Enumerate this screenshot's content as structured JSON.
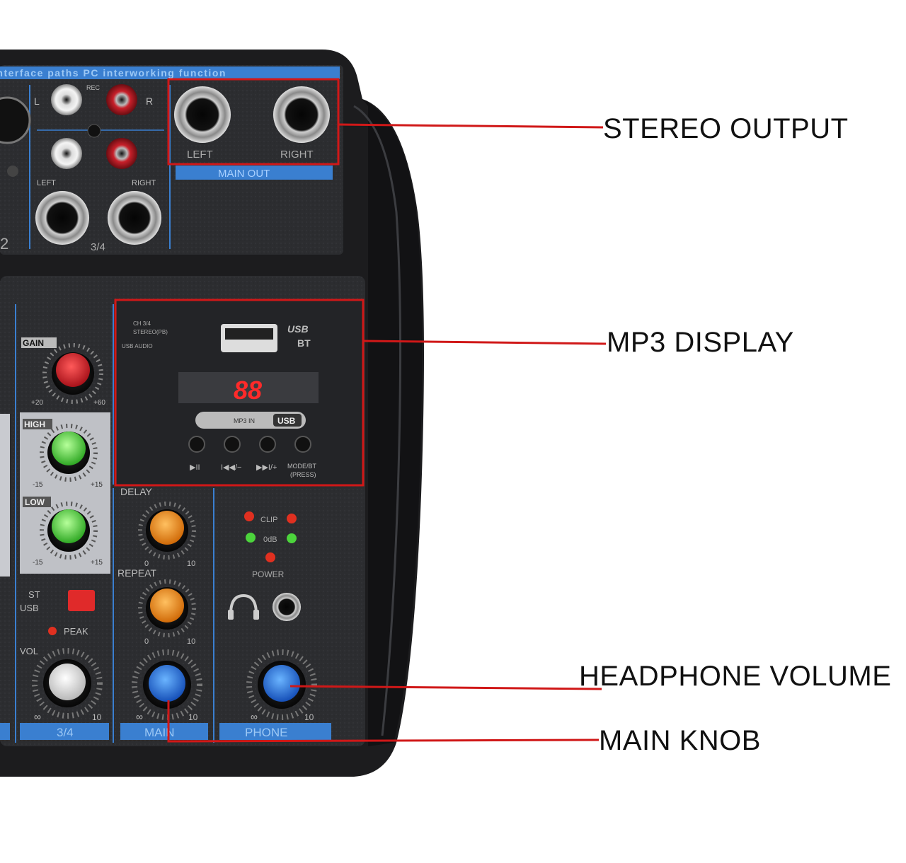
{
  "callouts": {
    "stereo_output": "STEREO OUTPUT",
    "mp3_display": "MP3 DISPLAY",
    "headphone_volume": "HEADPHONE VOLUME",
    "main_knob": "MAIN KNOB"
  },
  "top_panel": {
    "banner": "interface paths PC interworking function",
    "rec": "REC",
    "l": "L",
    "r": "R",
    "left": "LEFT",
    "right": "RIGHT",
    "ch34": "3/4",
    "ch2": "2",
    "main_left": "LEFT",
    "main_right": "RIGHT",
    "main_out": "MAIN OUT"
  },
  "mp3": {
    "usb": "USB",
    "bt": "BT",
    "route1": "CH 3/4",
    "route2": "STEREO(PB)",
    "route3": "USB AUDIO",
    "display": "88",
    "mp3_usb_label": "MP3 IN",
    "usb_badge": "USB",
    "btn1": "▶II",
    "btn2": "I◀◀/−",
    "btn3": "▶▶I/+",
    "btn4a": "MODE/BT",
    "btn4b": "(PRESS)"
  },
  "channel": {
    "gain": "GAIN",
    "gain_min": "+20",
    "gain_max": "+60",
    "high": "HIGH",
    "low": "LOW",
    "eq_min": "-15",
    "eq_max": "+15",
    "st": "ST",
    "usb": "USB",
    "peak": "PEAK",
    "vol": "VOL",
    "inf": "∞",
    "ten": "10",
    "strip_label": "3/4"
  },
  "effects": {
    "delay": "DELAY",
    "repeat": "REPEAT",
    "zero": "0",
    "ten": "10",
    "main": "MAIN"
  },
  "meters": {
    "clip": "CLIP",
    "zero_db": "0dB",
    "power": "POWER",
    "phone": "PHONE"
  },
  "colors": {
    "accent_red": "#d01818",
    "panel_blue": "#3a7fd0",
    "knob_red": "#d81e28",
    "knob_green": "#4cd43c",
    "knob_orange": "#f0901a",
    "knob_blue": "#2a78e4",
    "led_digit": "#ff2a2a"
  }
}
